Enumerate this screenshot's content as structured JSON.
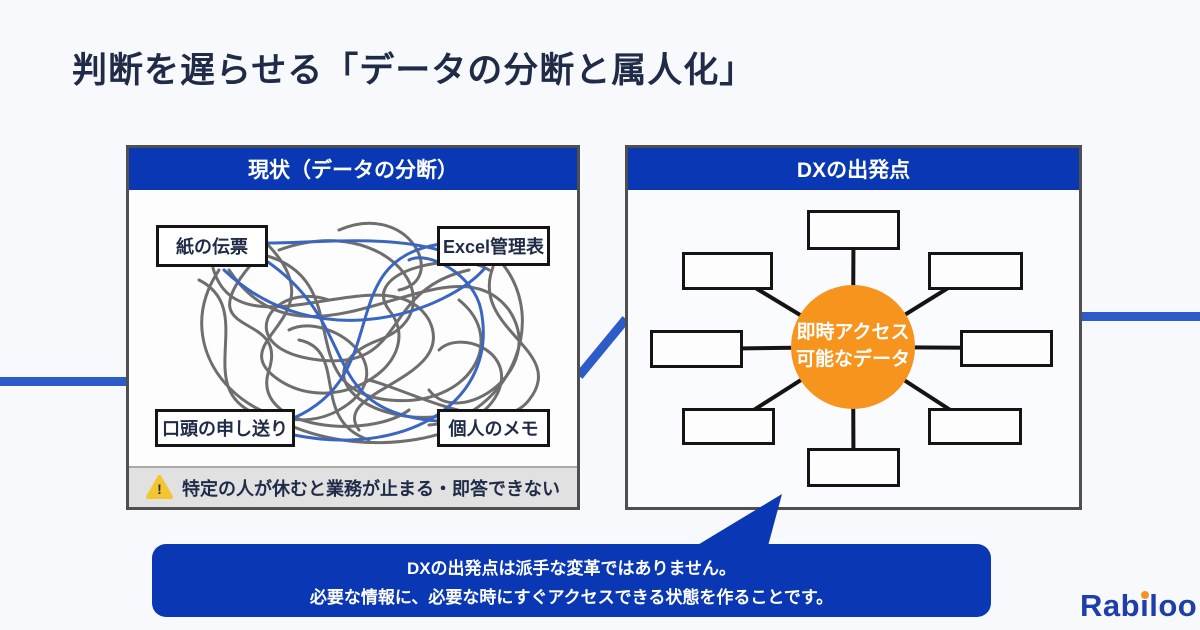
{
  "page": {
    "title": "判断を遅らせる「データの分断と属人化」"
  },
  "colors": {
    "primary_blue": "#0a38b4",
    "connector_blue": "#2d5cc8",
    "accent_orange": "#f7941d",
    "title_navy": "#1f2b47",
    "warning_yellow": "#f3c52f",
    "footer_gray": "#e1e1e1"
  },
  "left_panel": {
    "header": "現状（データの分断）",
    "nodes": [
      "紙の伝票",
      "Excel管理表",
      "口頭の申し送り",
      "個人のメモ"
    ],
    "warning": {
      "icon": "warning-triangle-icon",
      "text": "特定の人が休むと業務が止まる・即答できない"
    }
  },
  "right_panel": {
    "header": "DXの出発点",
    "hub_label_line1": "即時アクセス",
    "hub_label_line2": "可能なデータ",
    "empty_node_count": 8
  },
  "speech_bubble": {
    "line1": "DXの出発点は派手な変革ではありません。",
    "line2": "必要な情報に、必要な時にすぐアクセスできる状態を作ることです。"
  },
  "logo": {
    "text": "Rabiloo",
    "pre": "Rab",
    "dotless_i": "ı",
    "post": "loo"
  }
}
